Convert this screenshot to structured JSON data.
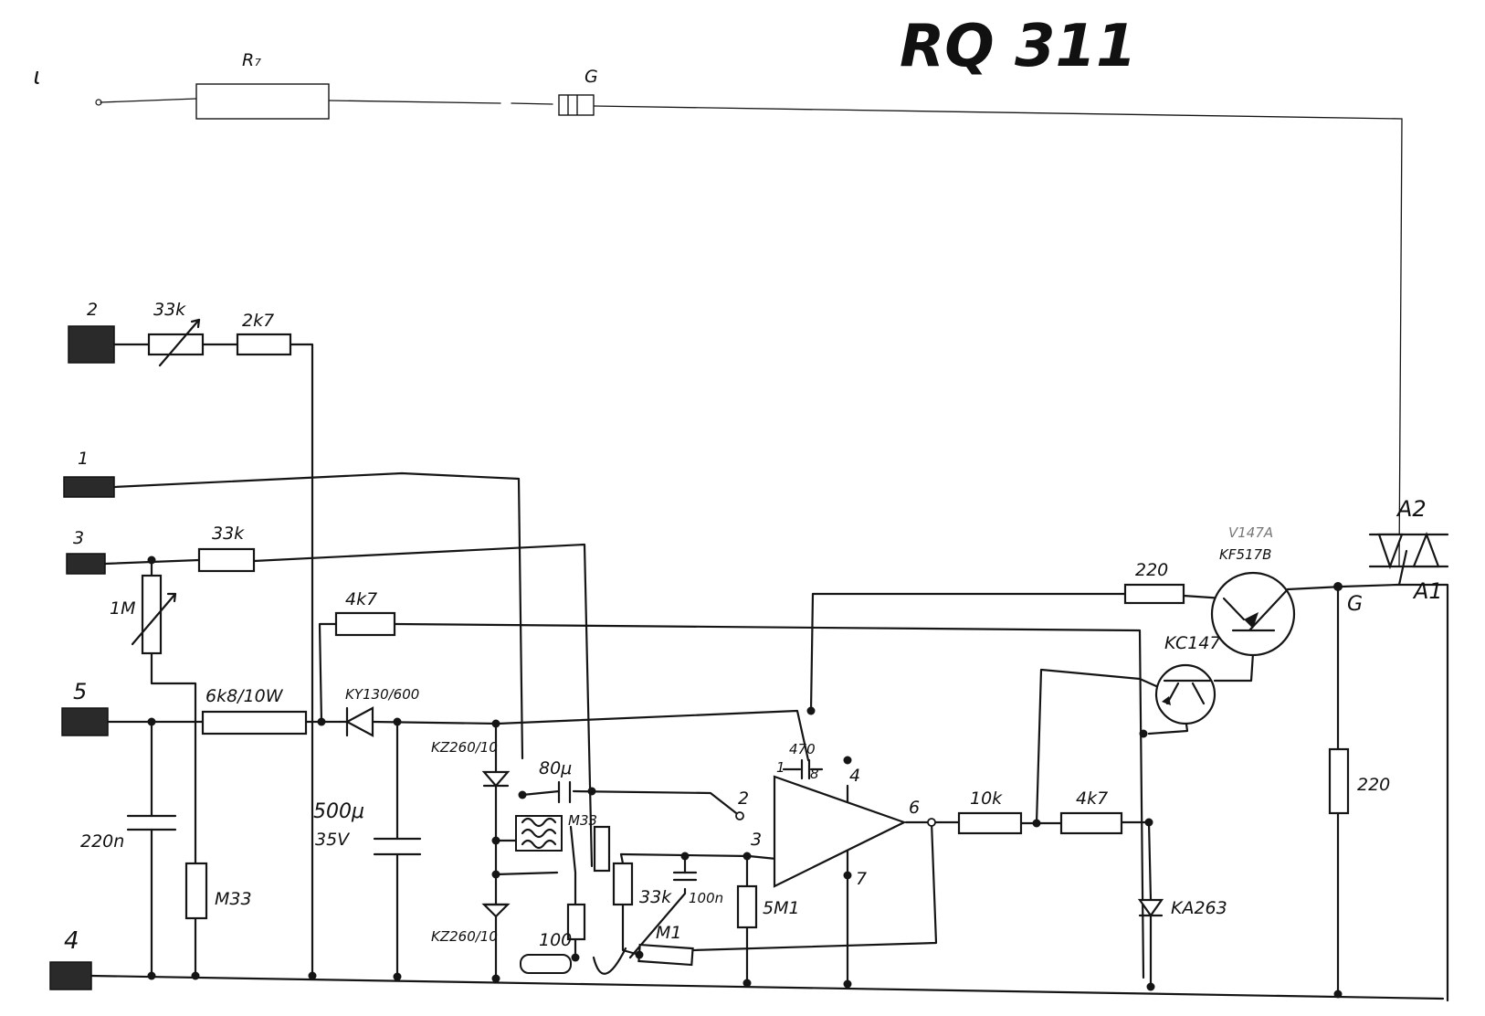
{
  "title": "RQ 311",
  "top": {
    "resistor": "R₇",
    "gate": "G"
  },
  "terminals": [
    "2",
    "1",
    "3",
    "5",
    "4"
  ],
  "resistors": {
    "pot_33k": "33k",
    "r_2k7": "2k7",
    "r_33k_in": "33k",
    "pot_1M": "1M",
    "r_6k8": "6k8/10W",
    "r_4k7_top": "4k7",
    "r_M33": "M33",
    "r_M33_mid": "M33",
    "r_33k_mid": "33k",
    "r_5M1": "5M1",
    "r_100": "100",
    "r_M1": "M1",
    "r_10k": "10k",
    "r_4k7_out": "4k7",
    "r_220_top": "220",
    "r_220_right": "220"
  },
  "capacitors": {
    "c_500u": "500μ",
    "c_500u_v": "35V",
    "c_80u": "80μ",
    "c_100n": "100n",
    "c_470": "470",
    "c_220n": "220n"
  },
  "semis": {
    "d_ky": "KY130/600",
    "z_top": "KZ260/10",
    "z_bot": "KZ260/10",
    "d_ka": "KA263",
    "q_kc": "KC147",
    "q_kf": "KF517B",
    "q_kf_note": "V147A"
  },
  "opamp_pins": [
    "1",
    "8",
    "4",
    "2",
    "3",
    "6",
    "7"
  ],
  "triac": {
    "a2": "A2",
    "a1": "A1",
    "g": "G"
  }
}
